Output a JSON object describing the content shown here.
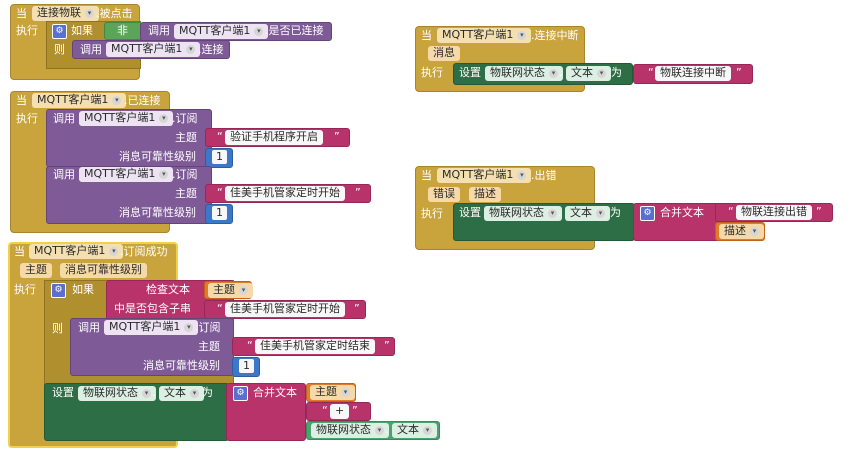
{
  "common": {
    "when": "当",
    "do": "执行",
    "then": "则",
    "call": "调用",
    "set": "设置",
    "to": "为",
    "if": "如果",
    "not": "非",
    "dot": ".",
    "join": "合并文本",
    "topic_arg": "主题",
    "qos_arg": "消息可靠性级别",
    "text_prop": "文本"
  },
  "block_connect_click": {
    "component": "连接物联",
    "event": ".被点击",
    "mqtt": "MQTT客户端1",
    "is_connected": ".是否已连接",
    "connect": ".连接"
  },
  "block_disconnected": {
    "component": "MQTT客户端1",
    "event": ".连接中断",
    "param": "消息",
    "target": "物联网状态",
    "value": "物联连接中断"
  },
  "block_connected": {
    "component": "MQTT客户端1",
    "event": ".已连接",
    "subscribe": ".订阅",
    "sub1_topic": "验证手机程序开启",
    "sub1_qos": "1",
    "sub2_topic": "佳美手机管家定时开始",
    "sub2_qos": "1"
  },
  "block_error": {
    "component": "MQTT客户端1",
    "event": ".出错",
    "param1": "错误",
    "param2": "描述",
    "target": "物联网状态",
    "value": "物联连接出错",
    "var": "描述"
  },
  "block_subscribed": {
    "component": "MQTT客户端1",
    "event": ".订阅成功",
    "check_text": "检查文本",
    "contains": "中是否包含子串",
    "var_topic": "主题",
    "substring": "佳美手机管家定时开始",
    "subscribe": ".订阅",
    "sub_topic": "佳美手机管家定时结束",
    "sub_qos": "1",
    "target": "物联网状态",
    "join_sep": "+"
  },
  "colors": {
    "event": "#c9a33b",
    "procedure": "#7e5a97",
    "logic": "#5ba55b",
    "text": "#b8336a",
    "setter": "#2e6e46",
    "math": "#3c78c8"
  }
}
